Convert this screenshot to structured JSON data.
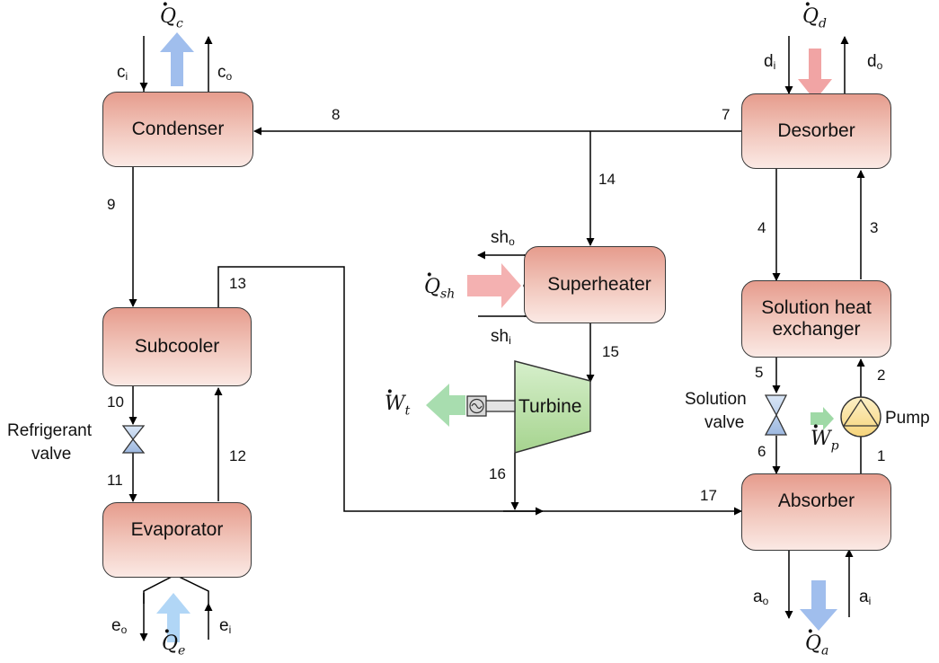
{
  "components": {
    "condenser": "Condenser",
    "desorber": "Desorber",
    "superheater": "Superheater",
    "subcooler": "Subcooler",
    "solution_hx": [
      "Solution heat",
      "exchanger"
    ],
    "turbine": "Turbine",
    "evaporator": "Evaporator",
    "absorber": "Absorber",
    "pump": "Pump"
  },
  "valves": {
    "refrigerant": [
      "Refrigerant",
      "valve"
    ],
    "solution": [
      "Solution",
      "valve"
    ]
  },
  "state_points": {
    "s1": "1",
    "s2": "2",
    "s3": "3",
    "s4": "4",
    "s5": "5",
    "s6": "6",
    "s7": "7",
    "s8": "8",
    "s9": "9",
    "s10": "10",
    "s11": "11",
    "s12": "12",
    "s13": "13",
    "s14": "14",
    "s15": "15",
    "s16": "16",
    "s17": "17"
  },
  "streams": {
    "c_in": {
      "base": "c",
      "sub": "i"
    },
    "c_out": {
      "base": "c",
      "sub": "o"
    },
    "d_in": {
      "base": "d",
      "sub": "i"
    },
    "d_out": {
      "base": "d",
      "sub": "o"
    },
    "sh_out": {
      "base": "sh",
      "sub": "o"
    },
    "sh_in": {
      "base": "sh",
      "sub": "i"
    },
    "e_out": {
      "base": "e",
      "sub": "o"
    },
    "e_in": {
      "base": "e",
      "sub": "i"
    },
    "a_out": {
      "base": "a",
      "sub": "o"
    },
    "a_in": {
      "base": "a",
      "sub": "i"
    }
  },
  "energy": {
    "q_c": {
      "sym": "Q",
      "sub": "c"
    },
    "q_d": {
      "sym": "Q",
      "sub": "d"
    },
    "q_sh": {
      "sym": "Q",
      "sub": "sh"
    },
    "w_t": {
      "sym": "W",
      "sub": "t"
    },
    "w_p": {
      "sym": "W",
      "sub": "p"
    },
    "q_e": {
      "sym": "Q",
      "sub": "e"
    },
    "q_a": {
      "sym": "Q",
      "sub": "a"
    }
  },
  "colors": {
    "component_top": "#e69c8d",
    "heat_in_arrow": "#ef9a9a",
    "heat_out_arrow": "#8fb3ea",
    "evap_heat_arrow": "#a9d1f5",
    "work_arrow": "#9fd9a6",
    "turbine_fill": "#b9dfa8",
    "valve_fill": "#b9cdea",
    "pump_fill": "#fbe3a4",
    "line": "#000000"
  }
}
